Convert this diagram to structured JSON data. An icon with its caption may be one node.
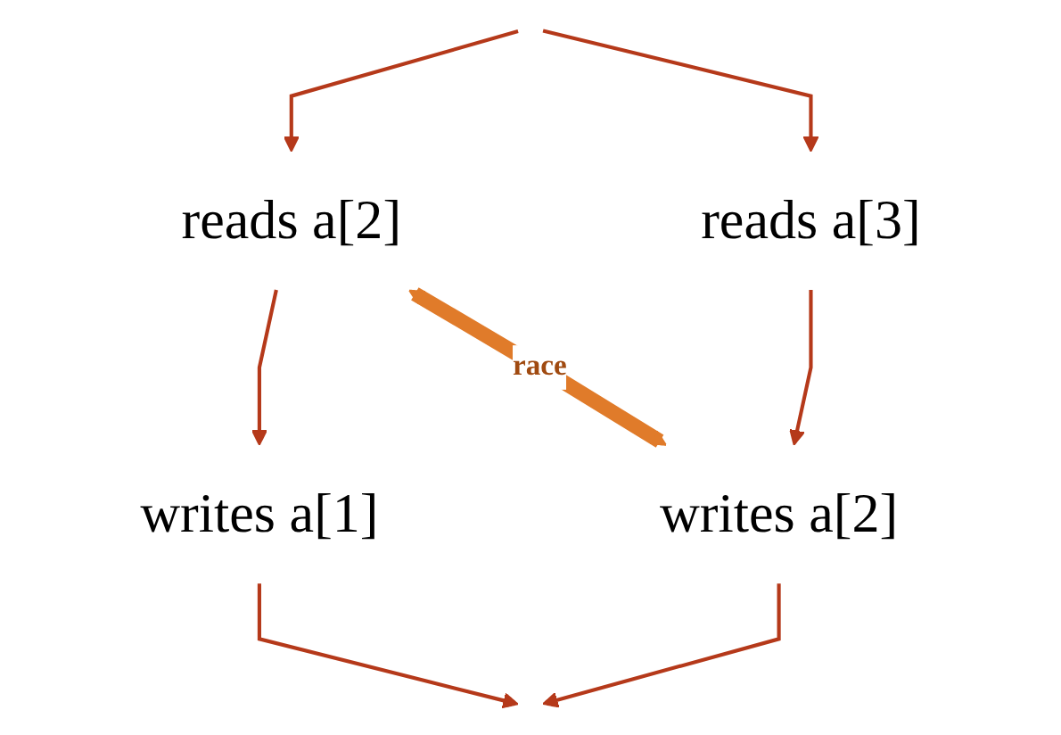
{
  "diagram": {
    "nodes": [
      {
        "text": [
          "reads a[2]"
        ]
      },
      {
        "text": [
          "writes a[1]"
        ]
      },
      {
        "text": [
          "reads a[3]"
        ]
      },
      {
        "text": [
          "writes a[2]"
        ]
      }
    ],
    "edges": [
      {
        "from": null,
        "to": 0,
        "arrow": "to"
      },
      {
        "from": null,
        "to": 2,
        "arrow": "to"
      },
      {
        "from": 0,
        "to": 1,
        "arrow": "to"
      },
      {
        "from": 2,
        "to": 3,
        "arrow": "to"
      },
      {
        "from": 1,
        "to": null,
        "arrow": "to"
      },
      {
        "from": 3,
        "to": null,
        "arrow": "to"
      },
      {
        "from": 0,
        "to": 3,
        "arrow": "both",
        "label": "race",
        "style": "thick",
        "color": "#e07b2a"
      }
    ]
  }
}
